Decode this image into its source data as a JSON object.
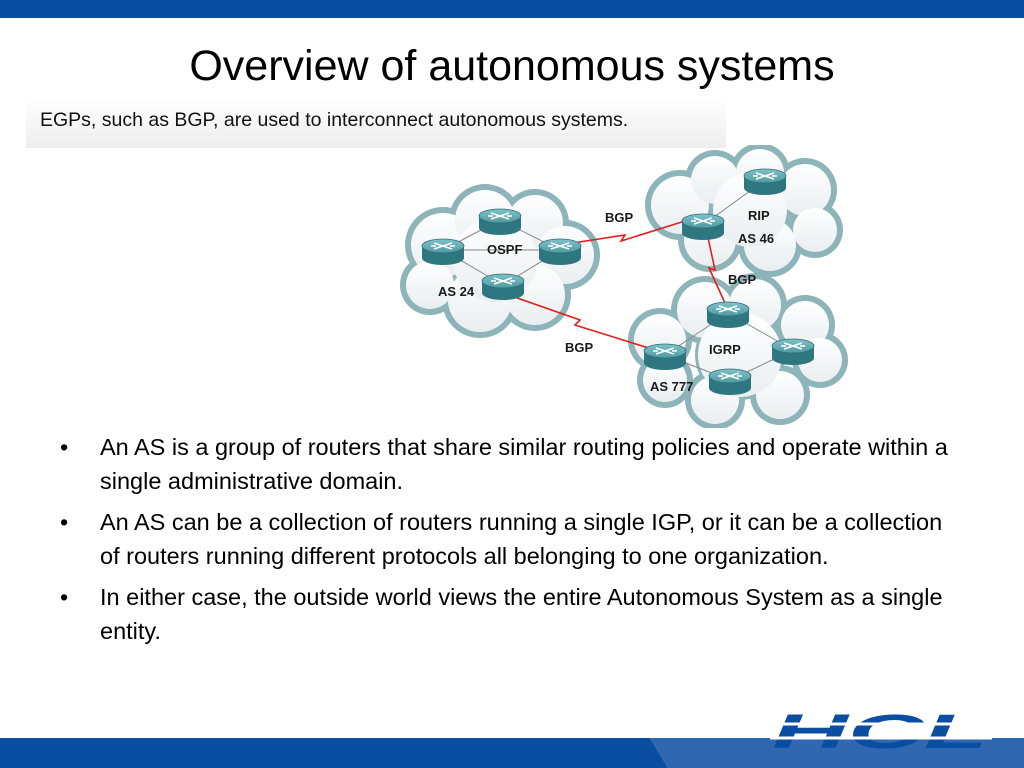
{
  "slide": {
    "title": "Overview of autonomous systems",
    "caption": "EGPs, such as BGP, are used to interconnect autonomous systems."
  },
  "diagram": {
    "labels": {
      "ospf": "OSPF",
      "as24": "AS 24",
      "rip": "RIP",
      "as46": "AS 46",
      "igrp": "IGRP",
      "as777": "AS 777",
      "bgp_top": "BGP",
      "bgp_right": "BGP",
      "bgp_bottom": "BGP"
    }
  },
  "bullets": [
    {
      "marker": "•",
      "text": "An AS is a group of routers that share similar routing policies and operate within a single administrative domain."
    },
    {
      "marker": "•",
      "text": "An AS can be a collection of routers running a single IGP, or it can be a collection of routers running different protocols all belonging to one organization."
    },
    {
      "marker": "•",
      "text": "In either case, the outside world views the entire Autonomous System as a single entity."
    }
  ],
  "logo": {
    "text": "HCL"
  },
  "colors": {
    "brand_blue": "#0a4ea2",
    "link_red": "#e02020",
    "router_teal": "#3d8a92",
    "cloud_edge": "#7fa9ae"
  }
}
